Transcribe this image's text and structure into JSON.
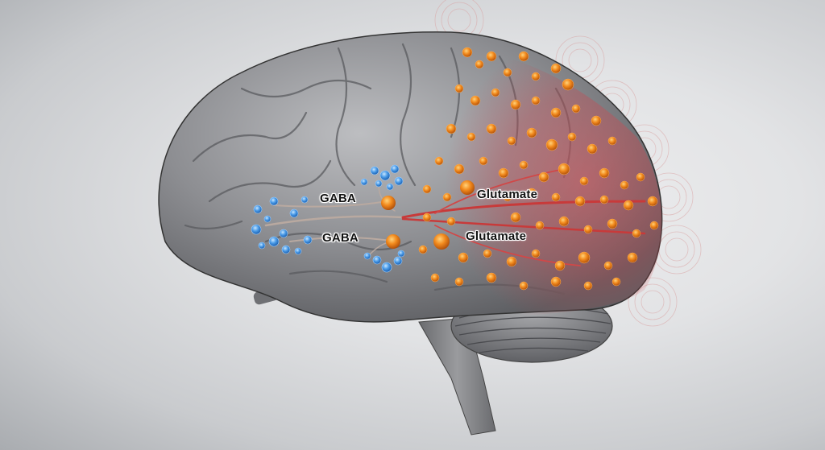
{
  "scene": {
    "subject": "brain-illustration",
    "colors": {
      "background": "#dcdde0",
      "brain_gray": "#8a8b8e",
      "brain_light": "#b9babd",
      "gaba_blue": "#3f8fe0",
      "glutamate_orange": "#f08a1c",
      "activation_red": "#d5454a",
      "pathway_red": "#c83a3a"
    }
  },
  "labels": {
    "gaba_top": "GABA",
    "gaba_bottom": "GABA",
    "glutamate_top": "Glutamate",
    "glutamate_bottom": "Glutamate"
  }
}
